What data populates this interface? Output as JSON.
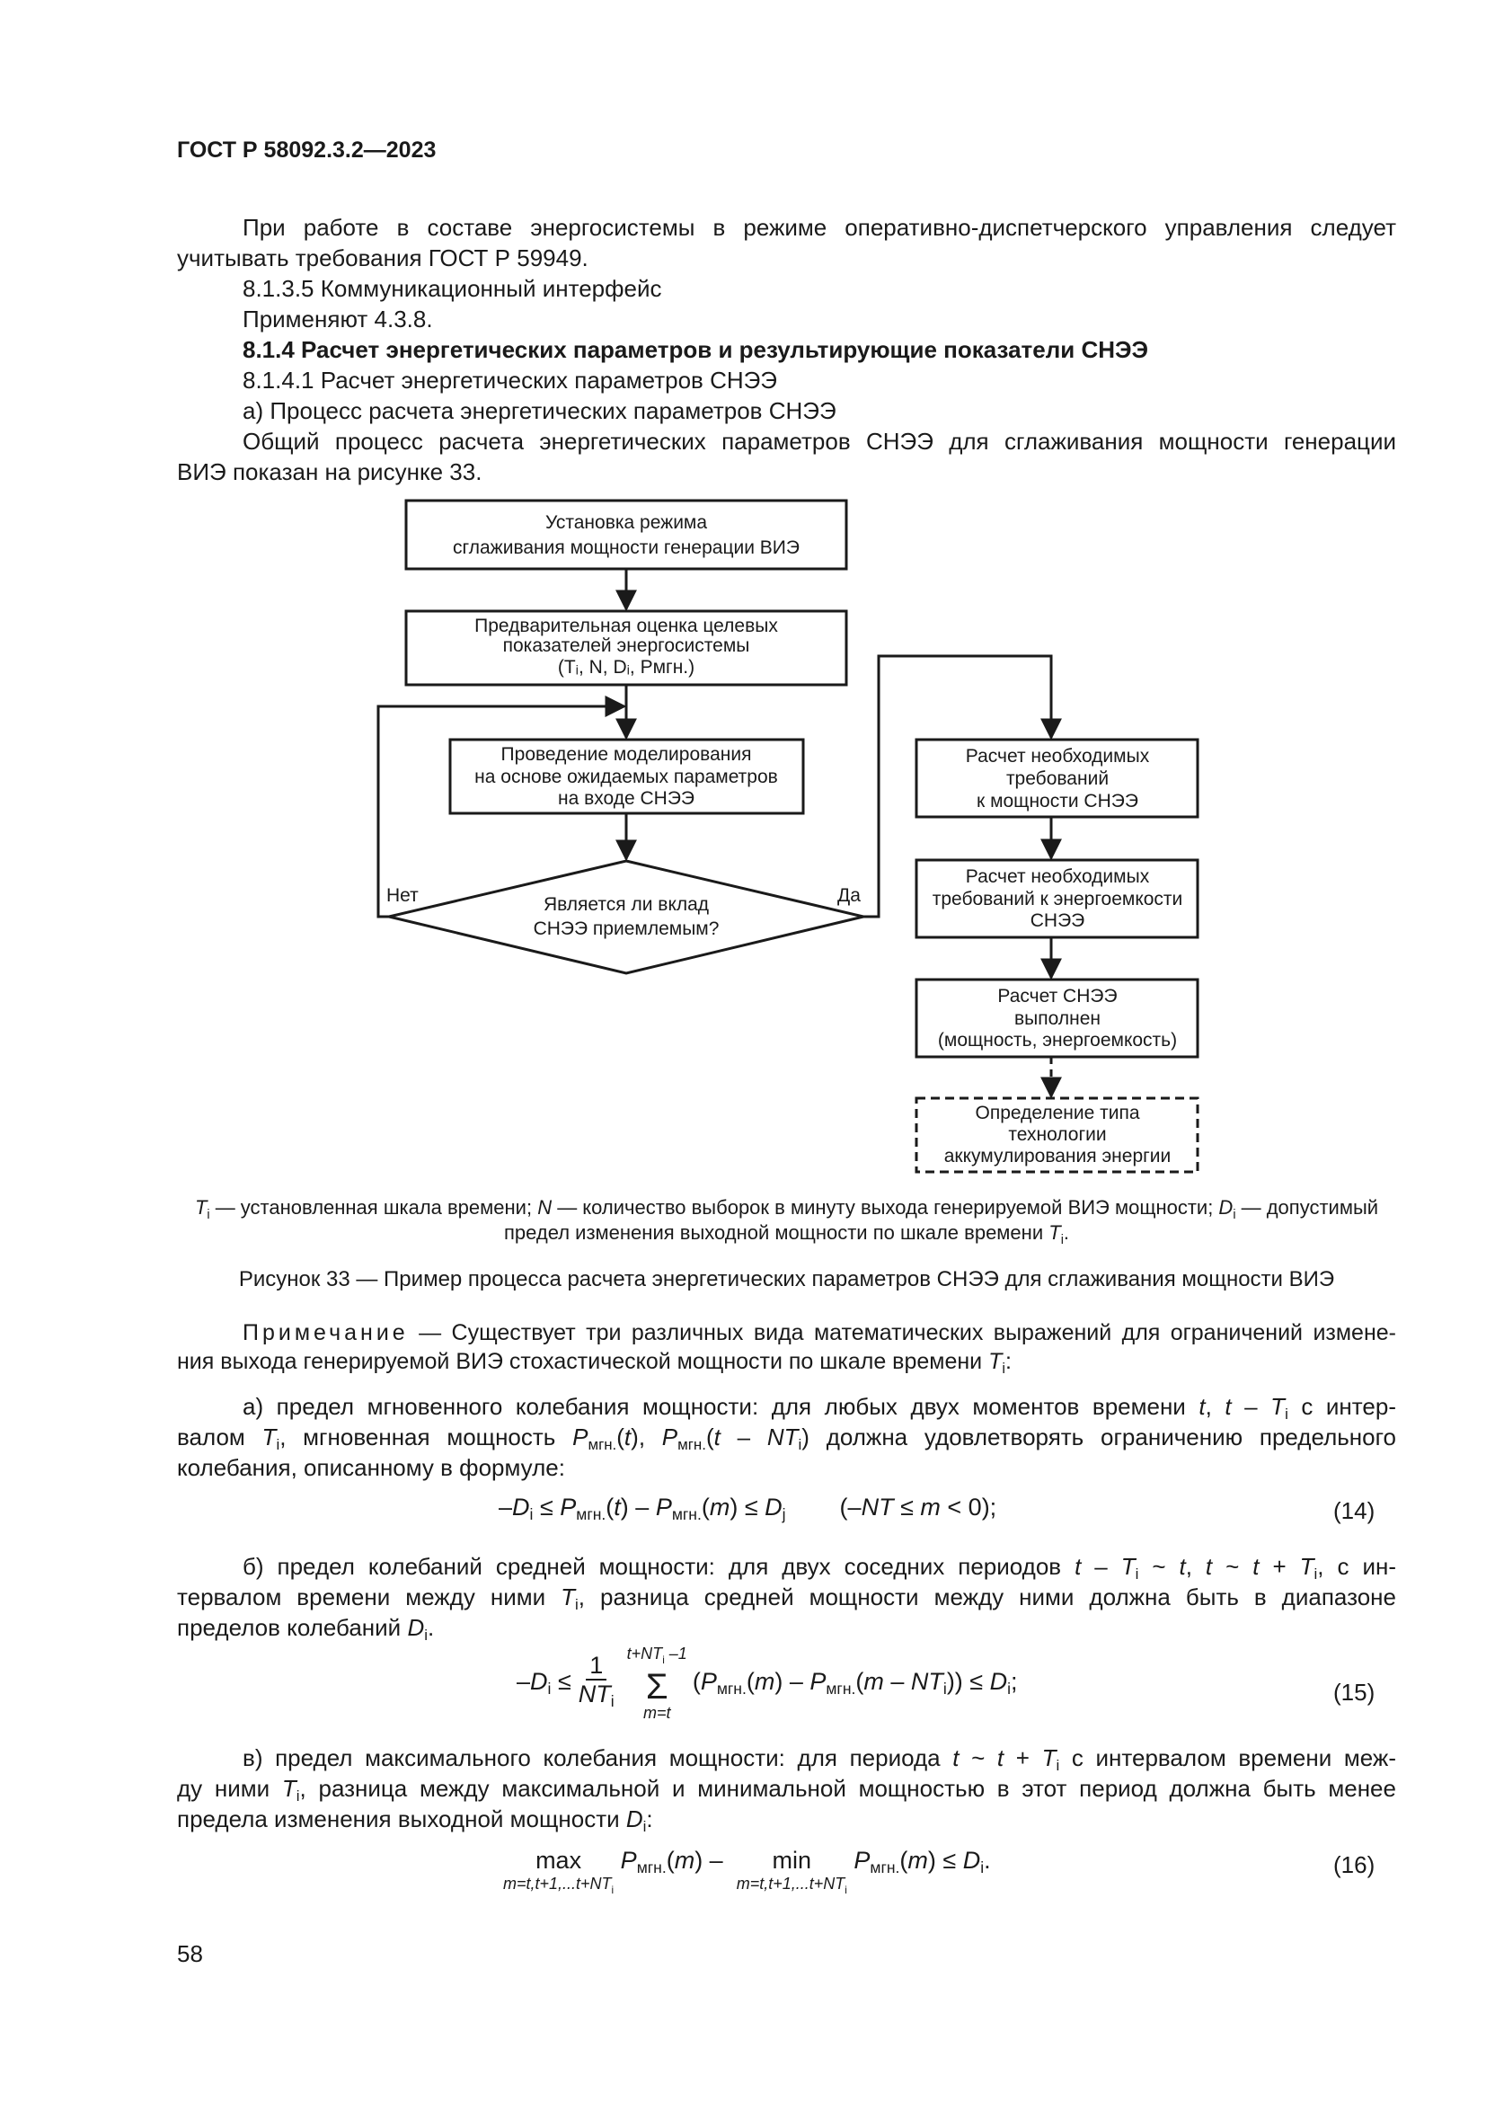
{
  "header": {
    "doc_id": "ГОСТ Р 58092.3.2—2023"
  },
  "body": {
    "p1_line1": "При работе в составе энергосистемы в режиме оперативно-диспетчерского управления следует",
    "p1_line2": "учитывать требования ГОСТ Р 59949.",
    "item_8135": "8.1.3.5  Коммуникационный интерфейс",
    "applied": "Применяют 4.3.8.",
    "section_814": "8.1.4  Расчет энергетических параметров и результирующие показатели СНЭЭ",
    "item_8141": "8.1.4.1  Расчет энергетических параметров СНЭЭ",
    "item_a": "а)  Процесс расчета энергетических параметров СНЭЭ",
    "p2_line1": "Общий процесс расчета энергетических параметров СНЭЭ для сглаживания мощности генерации",
    "p2_line2": "ВИЭ показан на рисунке 33."
  },
  "flowchart": {
    "box1": [
      "Установка режима",
      "сглаживания мощности генерации ВИЭ"
    ],
    "box2": [
      "Предварительная оценка целевых",
      "показателей энергосистемы"
    ],
    "box2_vars": "(Tᵢ, N, Dᵢ, Pмгн.)",
    "box3": [
      "Проведение моделирования",
      "на основе ожидаемых параметров",
      "на входе СНЭЭ"
    ],
    "decision": [
      "Является ли вклад",
      "СНЭЭ приемлемым?"
    ],
    "no_label": "Нет",
    "yes_label": "Да",
    "box4": [
      "Расчет необходимых",
      "требований",
      "к мощности СНЭЭ"
    ],
    "box5": [
      "Расчет необходимых",
      "требований к энергоемкости",
      "СНЭЭ"
    ],
    "box6": [
      "Расчет СНЭЭ",
      "выполнен",
      "(мощность, энергоемкость)"
    ],
    "box7": [
      "Определение типа",
      "технологии",
      "аккумулирования энергии"
    ]
  },
  "figure": {
    "legend_line1_a": " — установленная шкала времени; ",
    "legend_line1_b": " — количество выборок в минуту выхода генерируемой ВИЭ мощности; ",
    "legend_line1_c": " — допустимый",
    "legend_line2": "предел изменения выходной мощности по шкале времени ",
    "caption": "Рисунок 33 — Пример процесса расчета энергетических параметров СНЭЭ для сглаживания мощности ВИЭ"
  },
  "note": {
    "label": "Примечание",
    "line1_rest": " — Существует три различных вида математических выражений для ограничений измене-",
    "line2": "ния выхода генерируемой ВИЭ стохастической мощности по шкале времени ",
    "a_line1": "а)  предел мгновенного колебания мощности: для любых двух моментов времени ",
    "a_line1_end": " с интер-",
    "a_line2": "валом ",
    "a_line2_mid": ", мгновенная мощность ",
    "a_line2_end": " должна удовлетворять ограничению предельного",
    "a_line3": "колебания, описанному в формуле:",
    "eq14_num": "(14)",
    "b_line1": "б)  предел колебаний средней мощности: для двух соседних периодов ",
    "b_line1_end": ", с ин-",
    "b_line2": "тервалом времени между ними ",
    "b_line2_end": ", разница средней мощности между ними должна быть в диапазоне",
    "b_line3": "пределов колебаний ",
    "eq15_num": "(15)",
    "c_line1": "в)  предел максимального колебания мощности: для периода ",
    "c_line1_end": " с интервалом времени меж-",
    "c_line2": "ду ними ",
    "c_line2_end": ", разница между максимальной и минимальной мощностью в этот период должна быть менее",
    "c_line3": "предела изменения выходной мощности ",
    "eq16_num": "(16)"
  },
  "footer": {
    "page_number": "58"
  }
}
